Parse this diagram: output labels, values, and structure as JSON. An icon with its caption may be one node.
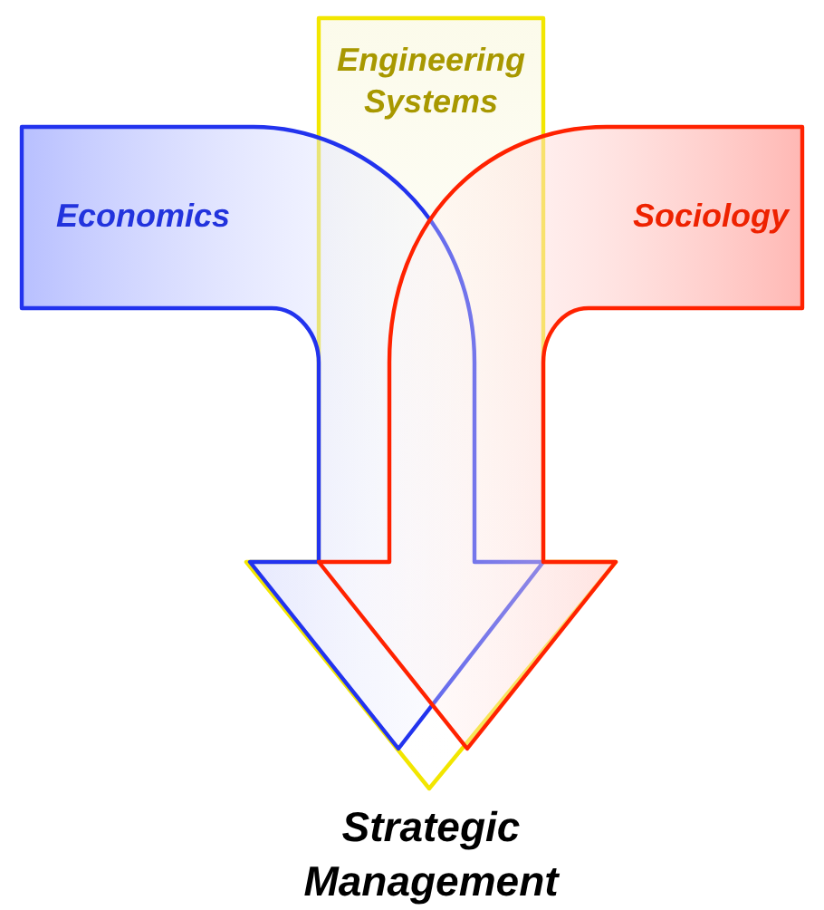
{
  "diagram": {
    "nodes": [
      {
        "text": [
          "Economics"
        ]
      },
      {
        "text": [
          "Engineering Systems"
        ]
      },
      {
        "text": [
          "Sociology"
        ]
      }
    ],
    "labels": [
      "Strategic Management"
    ]
  }
}
